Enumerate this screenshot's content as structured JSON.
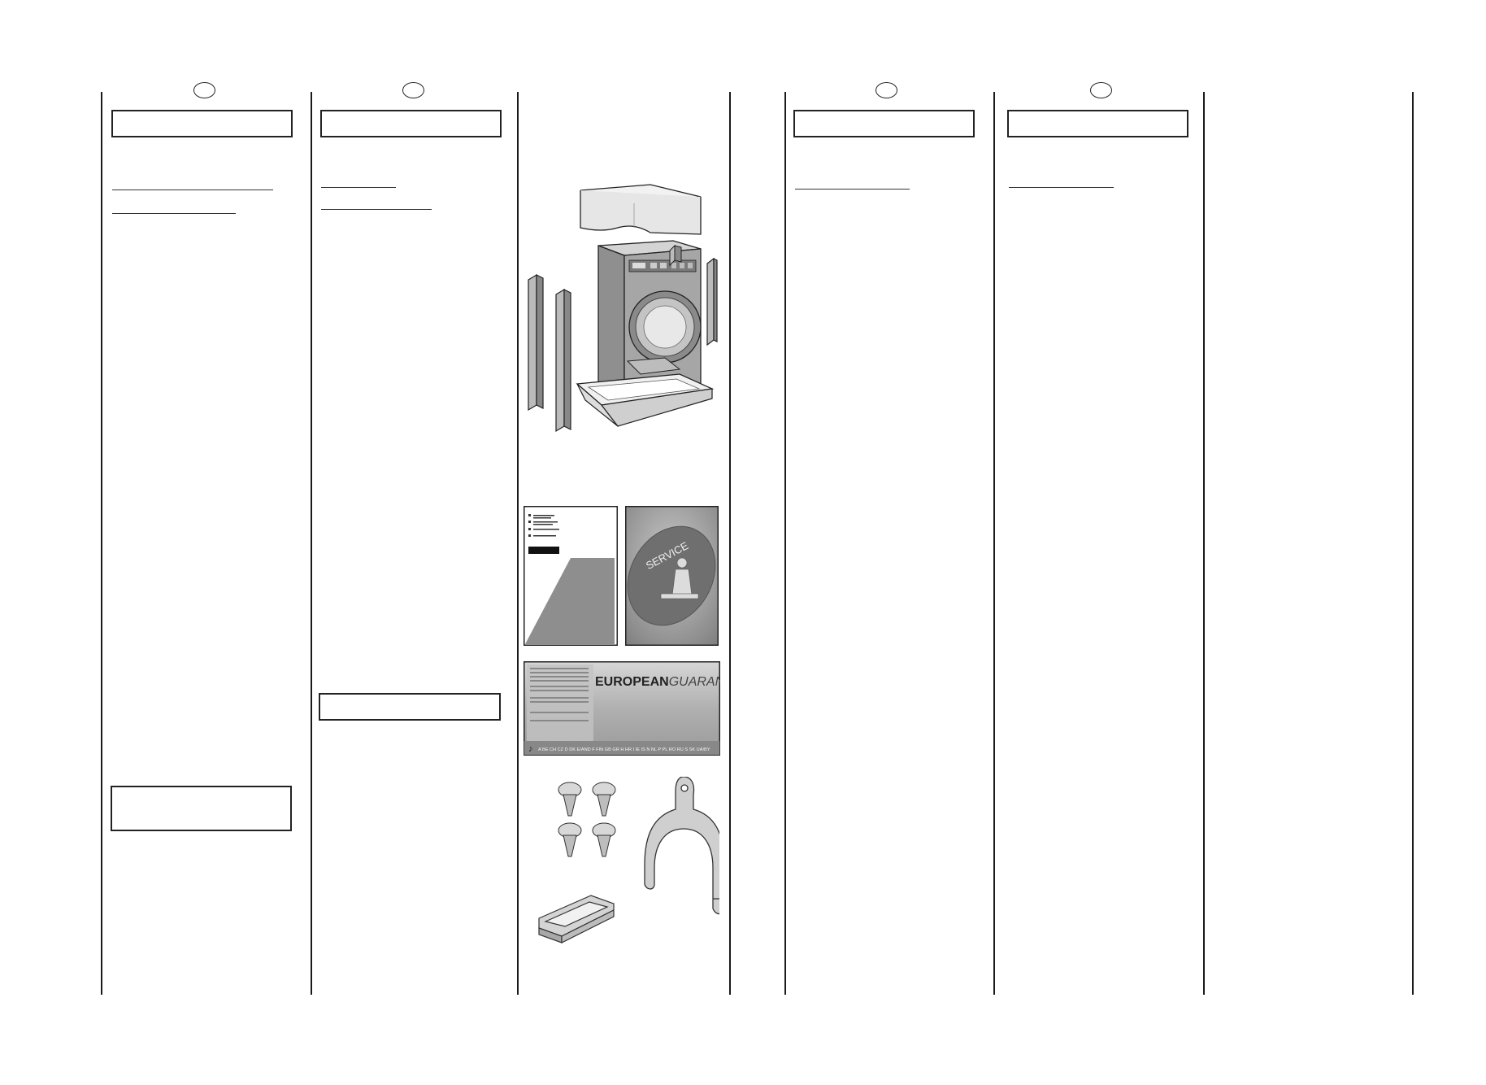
{
  "manual": {
    "guarantee_card": {
      "brand_bold": "EUROPEAN",
      "brand_light": "GUARANTEE",
      "country_codes": "A  BE  CH  CZ  D  DK  E/AND  F  FIN  GB  GR  H  HR  I  IE  IS  N  NL  P  PL  RO  RU  S  SK  UA/BY"
    },
    "service_booklet": {
      "label": "SERVICE"
    }
  }
}
